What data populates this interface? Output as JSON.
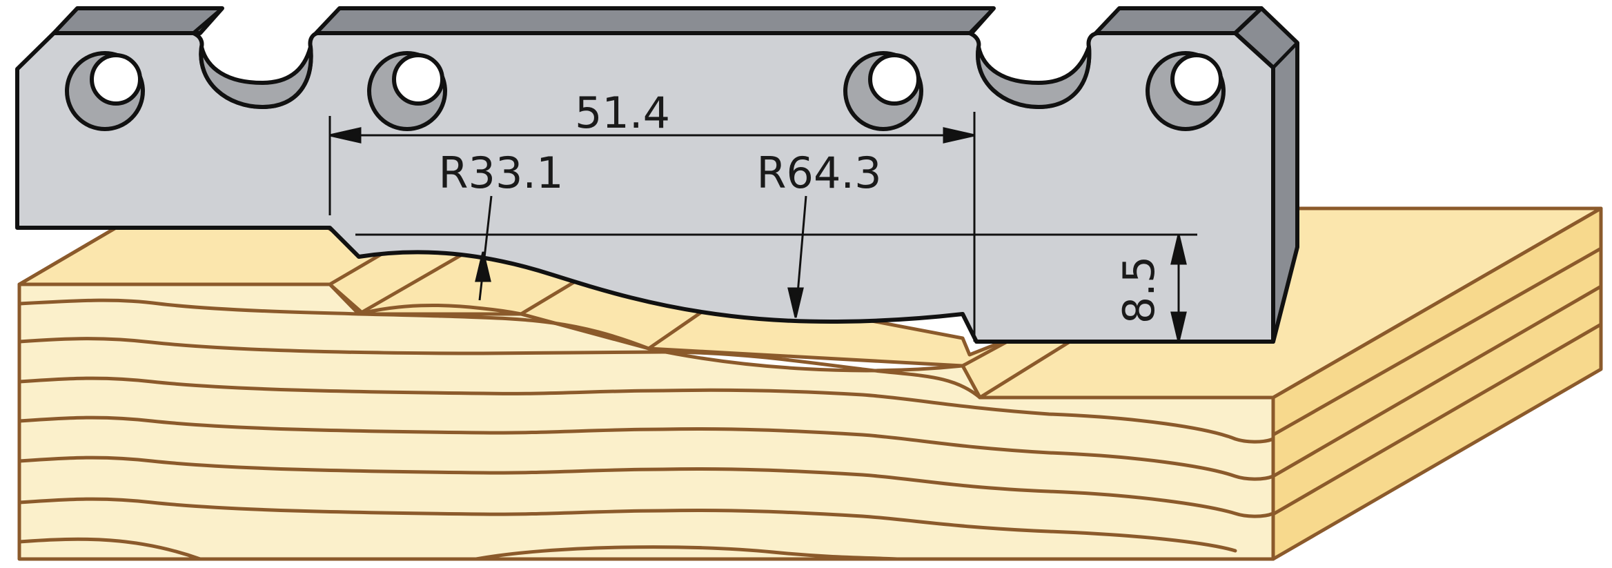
{
  "diagram": {
    "dimensions": {
      "width_label": "51.4",
      "radius_small_label": "R33.1",
      "radius_large_label": "R64.3",
      "depth_label": "8.5"
    },
    "colors": {
      "knife_face": "#cfd1d5",
      "knife_edge": "#8a8d93",
      "knife_hole": "#a6a8ac",
      "wood_top": "#fbe6ad",
      "wood_front": "#fbf0cb",
      "wood_side": "#f7d98d",
      "grain": "#8b5a2b",
      "ink": "#1a1a1a"
    }
  }
}
